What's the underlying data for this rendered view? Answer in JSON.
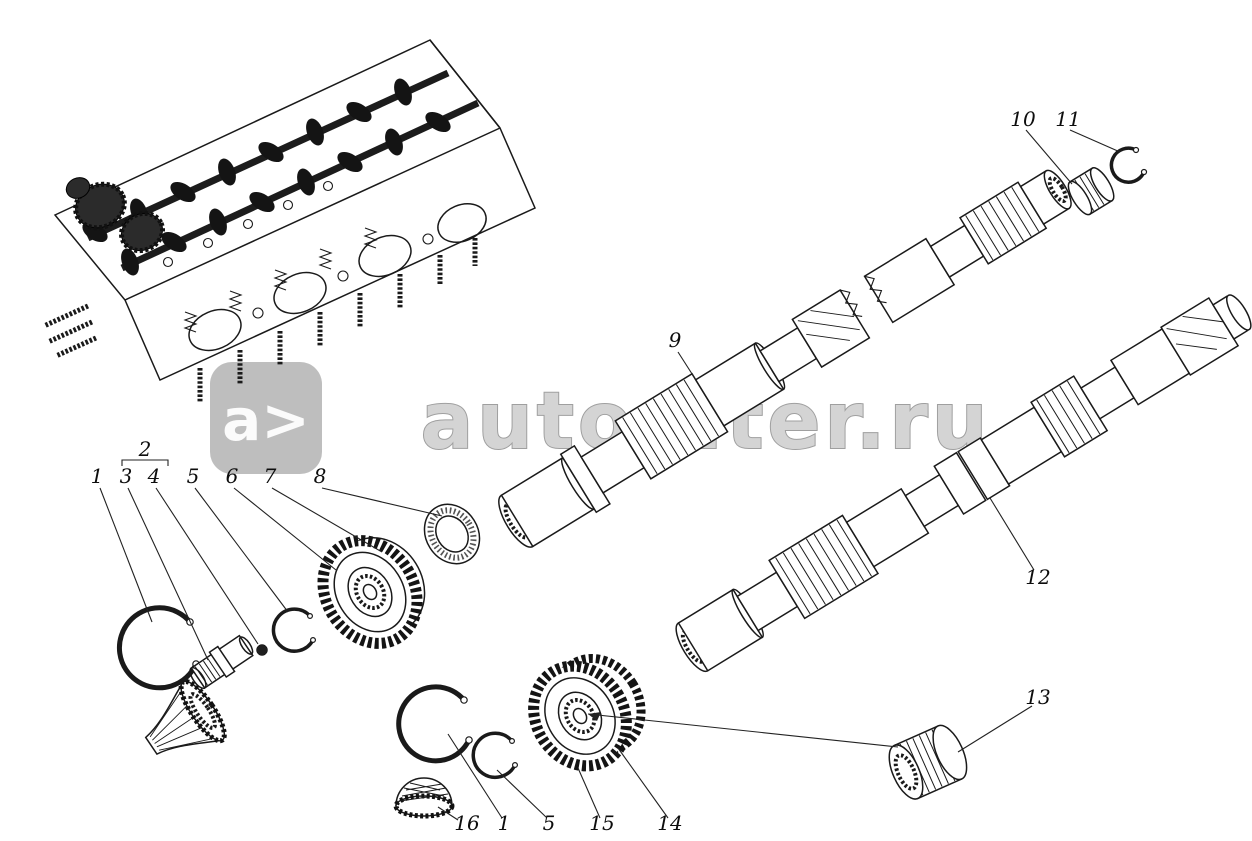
{
  "canvas": {
    "background": "#ffffff"
  },
  "colors": {
    "line": "#1a1a1a",
    "watermark_fill": "#cdcdcd",
    "watermark_outline": "#8f8f8f",
    "watermark_box": "#b3b3b3"
  },
  "watermark": {
    "logo_text": "a>",
    "site_text": "autopiter.ru"
  },
  "callouts": [
    {
      "label": "1"
    },
    {
      "label": "2"
    },
    {
      "label": "3"
    },
    {
      "label": "4"
    },
    {
      "label": "5"
    },
    {
      "label": "6"
    },
    {
      "label": "7"
    },
    {
      "label": "8"
    },
    {
      "label": "9"
    },
    {
      "label": "10"
    },
    {
      "label": "11"
    },
    {
      "label": "12"
    },
    {
      "label": "13"
    },
    {
      "label": "14"
    },
    {
      "label": "15"
    },
    {
      "label": "16"
    },
    {
      "label": "1"
    },
    {
      "label": "5"
    }
  ]
}
